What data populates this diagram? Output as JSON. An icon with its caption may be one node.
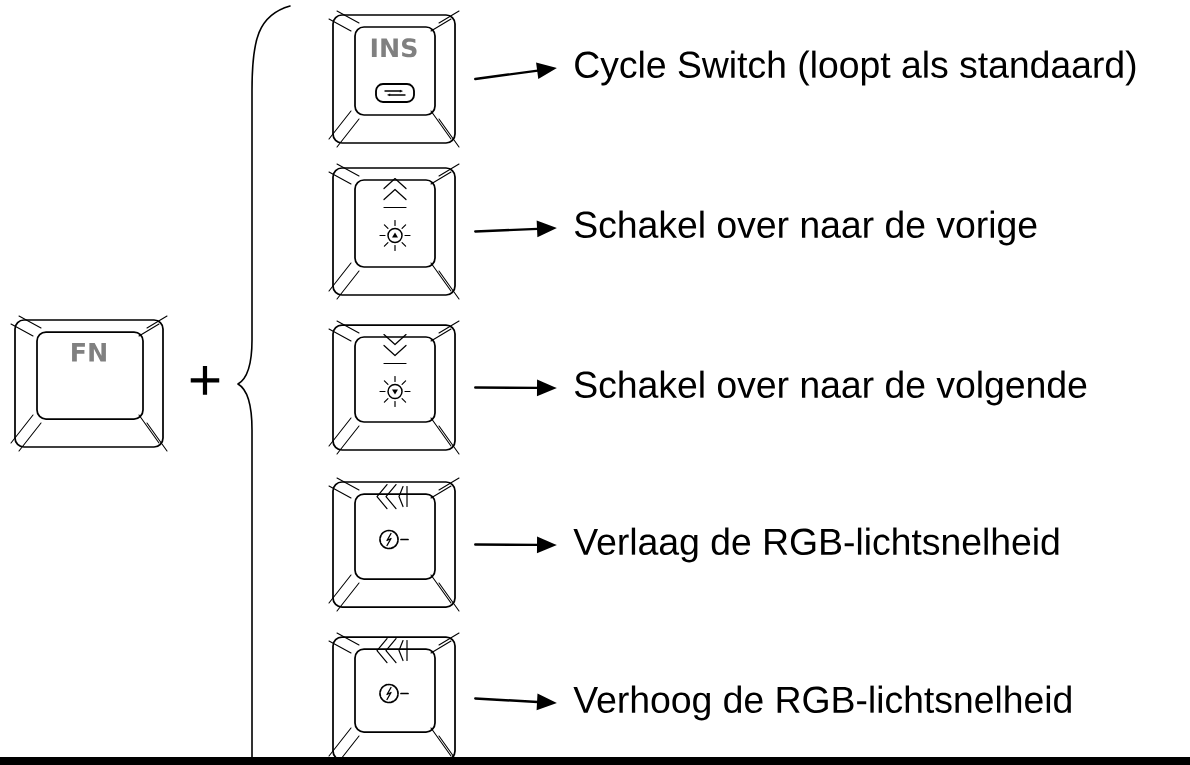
{
  "diagram": {
    "nodes": [
      {
        "text": [
          "FN"
        ]
      },
      {
        "text": [
          "INS"
        ]
      },
      {
        "text": [
          "Cycle Switch (loopt als standaard)"
        ]
      },
      {
        "text": [],
        "shape": "box"
      },
      {
        "text": [
          "Schakel over naar de vorige"
        ]
      },
      {
        "text": [],
        "shape": "box"
      },
      {
        "text": [
          "Schakel over naar de volgende"
        ]
      },
      {
        "text": [],
        "shape": "box"
      },
      {
        "text": [
          "Verlaag de RGB-lichtsnelheid"
        ]
      },
      {
        "text": [],
        "shape": "box"
      },
      {
        "text": [
          "Verhoog de RGB-lichtsnelheid"
        ]
      }
    ],
    "edges": [
      {
        "from": 1,
        "to": 2,
        "arrow": "to"
      },
      {
        "from": 3,
        "to": 4,
        "arrow": "to"
      },
      {
        "from": 5,
        "to": 6,
        "arrow": "to"
      },
      {
        "from": 7,
        "to": 8,
        "arrow": "to"
      },
      {
        "from": 9,
        "to": 10,
        "arrow": "to"
      }
    ],
    "labels": [
      "+"
    ]
  }
}
